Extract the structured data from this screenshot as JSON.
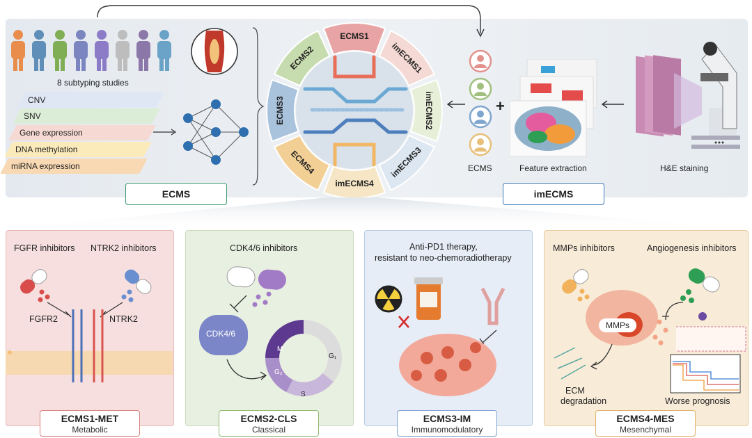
{
  "top": {
    "studies_label": "8 subtyping studies",
    "omics": [
      "CNV",
      "SNV",
      "Gene expression",
      "DNA methylation",
      "miRNA expression"
    ],
    "ecms_box": "ECMS",
    "imecms_box": "imECMS",
    "ring_segments": [
      "ECMS1",
      "imECMS1",
      "imECMS2",
      "imECMS3",
      "imECMS4",
      "ECMS4",
      "ECMS3",
      "ECMS2"
    ],
    "ecms_people_label": "ECMS",
    "plus": "+",
    "feature_label": "Feature extraction",
    "he_label": "H&E staining"
  },
  "panels": [
    {
      "drugs": [
        "FGFR inhibitors",
        "NTRK2 inhibitors"
      ],
      "receptors": [
        "FGFR2",
        "NTRK2"
      ],
      "name": "ECMS1-MET",
      "sub": "Metabolic"
    },
    {
      "drugs": [
        "CDK4/6  inhibitors"
      ],
      "protein": "CDK4/6",
      "phases": [
        "M",
        "G₁",
        "G₂",
        "S"
      ],
      "name": "ECMS2-CLS",
      "sub": "Classical"
    },
    {
      "drugs": [
        "Anti-PD1 therapy,",
        "resistant to neo-chemoradiotherapy"
      ],
      "name": "ECMS3-IM",
      "sub": "Immunomodulatory"
    },
    {
      "drugs": [
        "MMPs inhibitors",
        "Angiogenesis inhibitors"
      ],
      "mmps": "MMPs",
      "ecm": [
        "ECM",
        "degradation"
      ],
      "prognosis": "Worse prognosis",
      "name": "ECMS4-MES",
      "sub": "Mesenchymal"
    }
  ],
  "colors": {
    "ecms1": "#e8a4a4",
    "ecms2": "#c7dcae",
    "ecms3": "#a9c3dd",
    "ecms4": "#f2cf95",
    "panel1": "#f6dcdc",
    "panel2": "#e7efdf",
    "panel3": "#e5ecf5",
    "panel4": "#f8ecd7"
  }
}
